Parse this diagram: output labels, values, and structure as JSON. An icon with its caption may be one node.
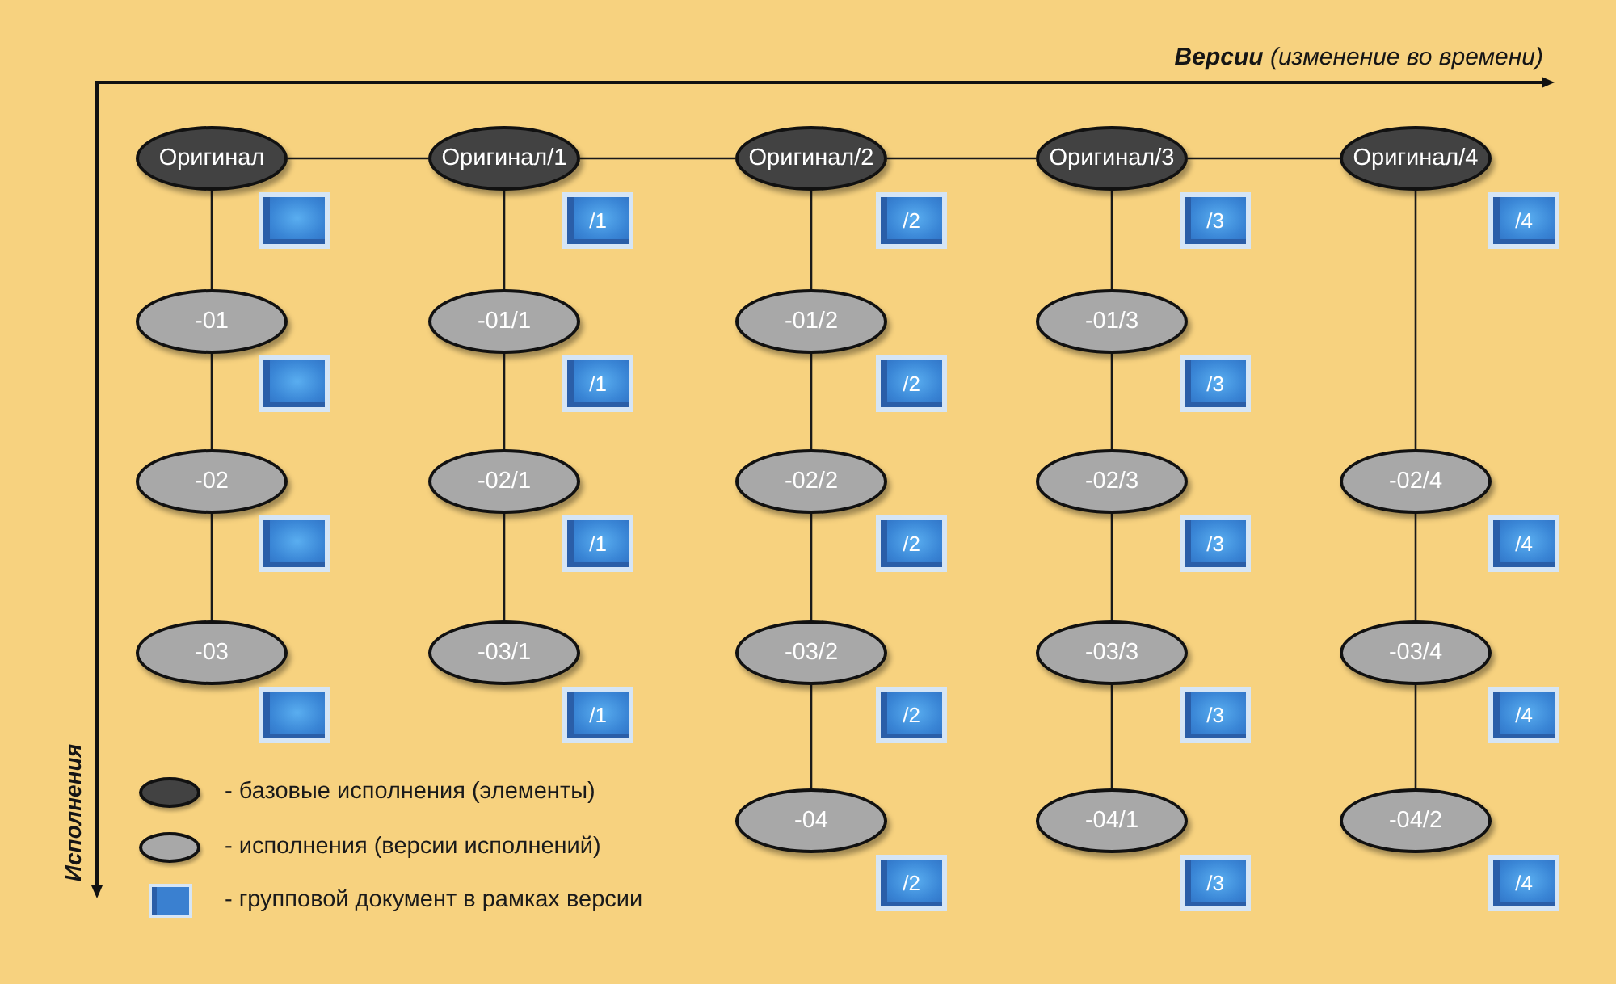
{
  "diagram": {
    "nodes": [
      {
        "text": [
          "Оригинал"
        ]
      },
      {
        "text": [
          "Оригинал/1"
        ]
      },
      {
        "text": [
          "Оригинал/2"
        ]
      },
      {
        "text": [
          "Оригинал/3"
        ]
      },
      {
        "text": [
          "Оригинал/4"
        ]
      },
      {
        "text": [],
        "shape": "box"
      },
      {
        "text": [
          "/1"
        ]
      },
      {
        "text": [
          "/2"
        ]
      },
      {
        "text": [
          "/3"
        ]
      },
      {
        "text": [
          "/4"
        ]
      },
      {
        "text": [
          "-01"
        ]
      },
      {
        "text": [
          "-01/1"
        ]
      },
      {
        "text": [
          "-01/2"
        ]
      },
      {
        "text": [
          "-01/3"
        ]
      },
      {
        "text": [],
        "shape": "box"
      },
      {
        "text": [
          "/1"
        ]
      },
      {
        "text": [
          "/2"
        ]
      },
      {
        "text": [
          "/3"
        ]
      },
      {
        "text": [
          "-02"
        ]
      },
      {
        "text": [
          "-02/1"
        ]
      },
      {
        "text": [
          "-02/2"
        ]
      },
      {
        "text": [
          "-02/3"
        ]
      },
      {
        "text": [
          "-02/4"
        ]
      },
      {
        "text": [],
        "shape": "box"
      },
      {
        "text": [
          "/1"
        ]
      },
      {
        "text": [
          "/2"
        ]
      },
      {
        "text": [
          "/3"
        ]
      },
      {
        "text": [
          "/4"
        ]
      },
      {
        "text": [
          "-03"
        ]
      },
      {
        "text": [
          "-03/1"
        ]
      },
      {
        "text": [
          "-03/2"
        ]
      },
      {
        "text": [
          "-03/3"
        ]
      },
      {
        "text": [
          "-03/4"
        ]
      },
      {
        "text": [],
        "shape": "box"
      },
      {
        "text": [
          "/1"
        ]
      },
      {
        "text": [
          "/2"
        ]
      },
      {
        "text": [
          "/3"
        ]
      },
      {
        "text": [
          "/4"
        ]
      },
      {
        "text": [
          "-04"
        ]
      },
      {
        "text": [
          "-04/1"
        ]
      },
      {
        "text": [
          "-04/2"
        ]
      },
      {
        "text": [
          "/2"
        ]
      },
      {
        "text": [
          "/3"
        ]
      },
      {
        "text": [
          "/4"
        ]
      }
    ],
    "edges": [
      {
        "from": 0,
        "to": 1,
        "arrow": "none"
      },
      {
        "from": 1,
        "to": 2,
        "arrow": "none"
      },
      {
        "from": 2,
        "to": 3,
        "arrow": "none"
      },
      {
        "from": 3,
        "to": 4,
        "arrow": "none"
      },
      {
        "from": 0,
        "to": 10,
        "arrow": "none"
      },
      {
        "from": 10,
        "to": 18,
        "arrow": "none"
      },
      {
        "from": 18,
        "to": 28,
        "arrow": "none"
      },
      {
        "from": 1,
        "to": 11,
        "arrow": "none"
      },
      {
        "from": 11,
        "to": 19,
        "arrow": "none"
      },
      {
        "from": 19,
        "to": 29,
        "arrow": "none"
      },
      {
        "from": 2,
        "to": 12,
        "arrow": "none"
      },
      {
        "from": 12,
        "to": 20,
        "arrow": "none"
      },
      {
        "from": 20,
        "to": 30,
        "arrow": "none"
      },
      {
        "from": 30,
        "to": 38,
        "arrow": "none"
      },
      {
        "from": 3,
        "to": 13,
        "arrow": "none"
      },
      {
        "from": 13,
        "to": 21,
        "arrow": "none"
      },
      {
        "from": 21,
        "to": 31,
        "arrow": "none"
      },
      {
        "from": 31,
        "to": 39,
        "arrow": "none"
      },
      {
        "from": 4,
        "to": 22,
        "arrow": "none"
      },
      {
        "from": 22,
        "to": 32,
        "arrow": "none"
      },
      {
        "from": 32,
        "to": 40,
        "arrow": "none"
      }
    ],
    "labels": [
      "**Версии** (изменение во времени)",
      "Исполнения"
    ],
    "legend": [
      {
        "text": "- базовые исполнения (элементы)",
        "color": "#424242"
      },
      {
        "text": "- исполнения (версии исполнений)",
        "color": "#a8a8a8"
      },
      {
        "text": "- групповой документ в рамках версии",
        "color": "#3a80d0"
      }
    ]
  }
}
